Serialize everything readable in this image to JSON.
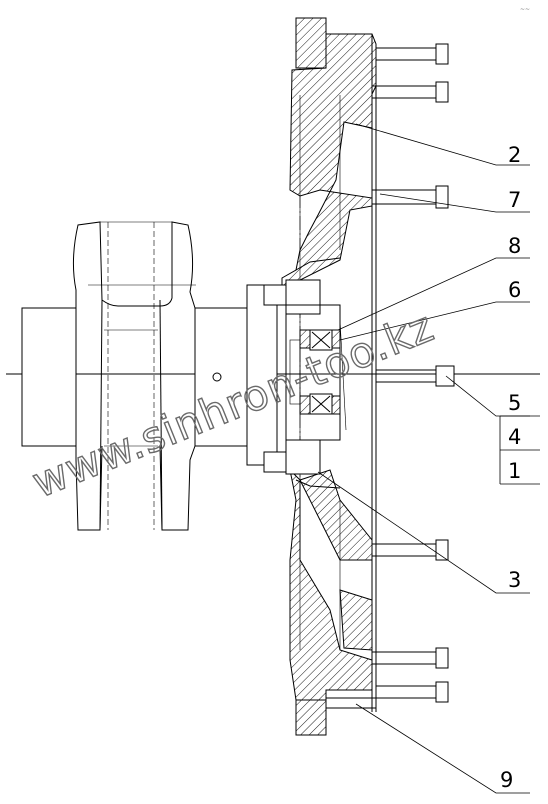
{
  "drawing": {
    "watermark": "www.sinhron-too.kz",
    "corner_mark": "~~",
    "callouts": [
      {
        "id": "2",
        "text": "2"
      },
      {
        "id": "7",
        "text": "7"
      },
      {
        "id": "8",
        "text": "8"
      },
      {
        "id": "6",
        "text": "6"
      },
      {
        "id": "5",
        "text": "5"
      },
      {
        "id": "4",
        "text": "4"
      },
      {
        "id": "1",
        "text": "1"
      },
      {
        "id": "3",
        "text": "3"
      },
      {
        "id": "9",
        "text": "9"
      }
    ]
  }
}
